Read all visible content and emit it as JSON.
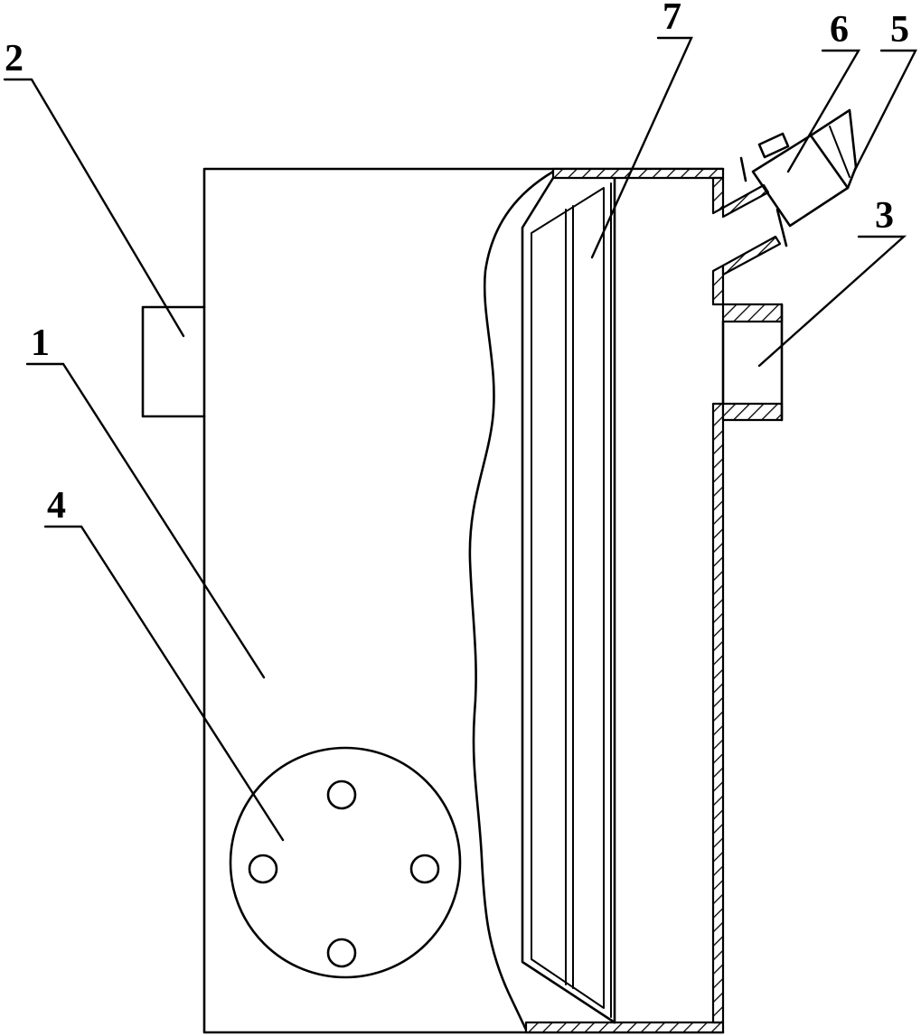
{
  "figure": {
    "labels": {
      "l1": "1",
      "l2": "2",
      "l3": "3",
      "l4": "4",
      "l5": "5",
      "l6": "6",
      "l7": "7"
    },
    "colors": {
      "line": "#000000",
      "background": "#ffffff"
    }
  }
}
